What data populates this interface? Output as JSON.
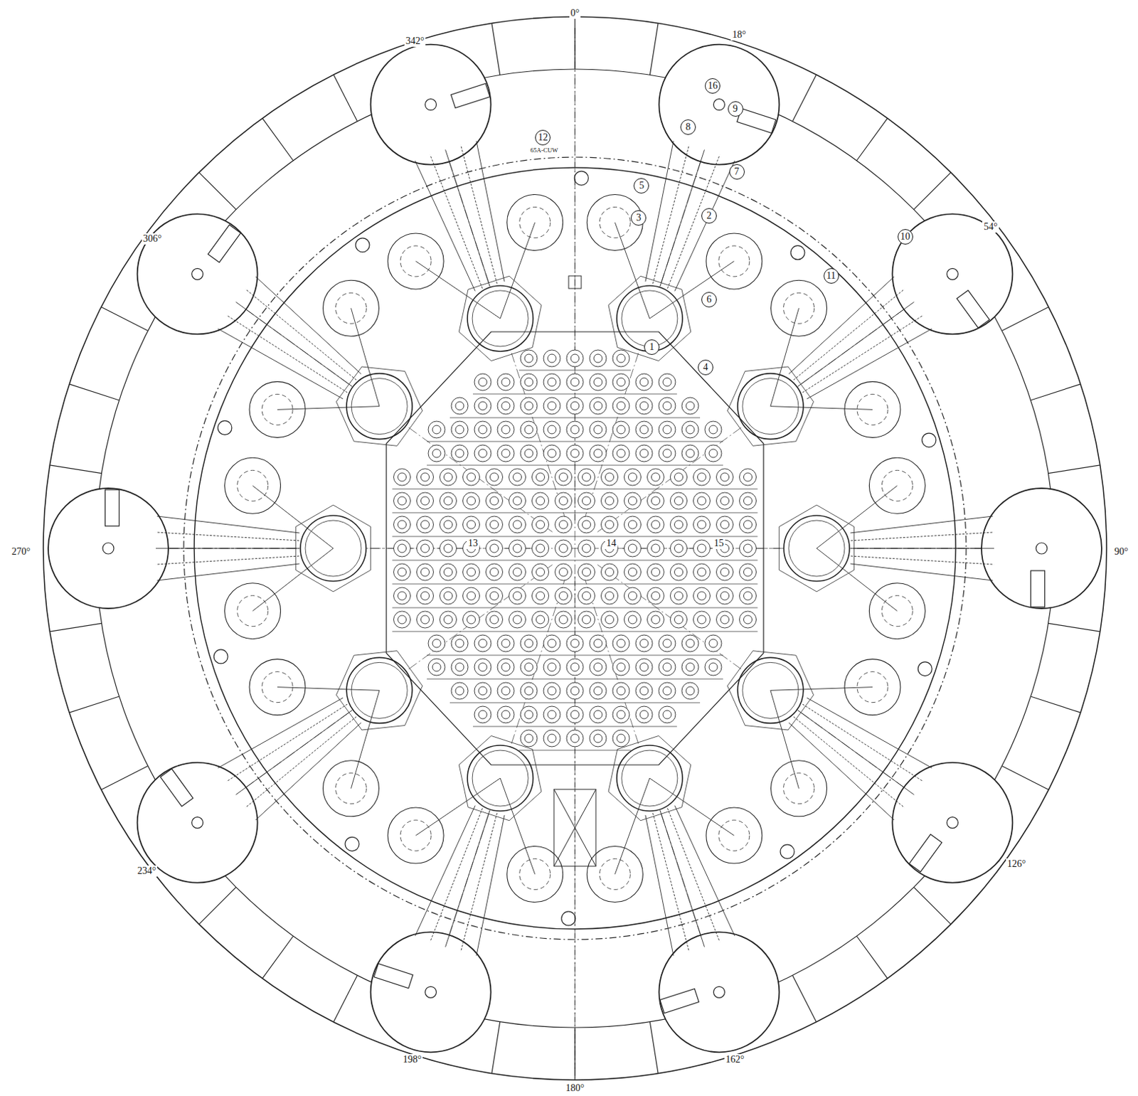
{
  "diagram": {
    "nodes": [
      {
        "text": [
          "1"
        ]
      },
      {
        "text": [
          "2"
        ]
      },
      {
        "text": [
          "3"
        ]
      },
      {
        "text": [
          "4"
        ]
      },
      {
        "text": [
          "5"
        ]
      },
      {
        "text": [
          "6"
        ]
      },
      {
        "text": [
          "7"
        ]
      },
      {
        "text": [
          "8"
        ]
      },
      {
        "text": [
          "9"
        ]
      },
      {
        "text": [
          "10"
        ]
      },
      {
        "text": [
          "11"
        ]
      },
      {
        "text": [
          "12"
        ]
      },
      {
        "text": [
          "16"
        ]
      }
    ],
    "edges": [],
    "labels": [
      "0°",
      "18°",
      "54°",
      "90°",
      "126°",
      "162°",
      "180°",
      "198°",
      "234°",
      "270°",
      "306°",
      "342°",
      "13",
      "14",
      "15",
      "65A-CUW"
    ]
  }
}
